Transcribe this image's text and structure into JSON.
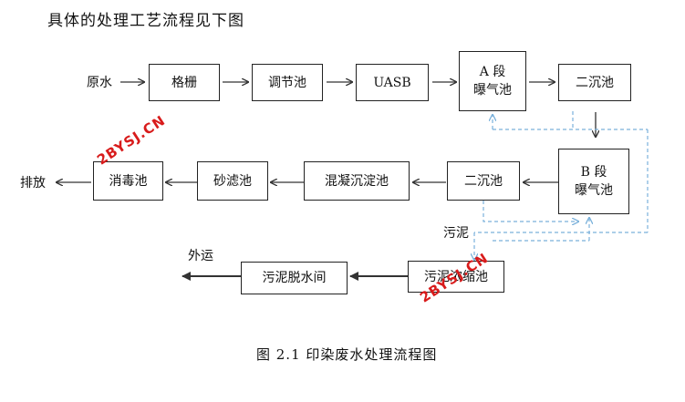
{
  "heading": "具体的处理工艺流程见下图",
  "caption": "图 2.1  印染废水处理流程图",
  "labels": {
    "raw_water": "原水",
    "discharge": "排放",
    "sludge": "污泥",
    "transport": "外运"
  },
  "nodes": {
    "screen": "格栅",
    "regulating_tank": "调节池",
    "uasb": "UASB",
    "a_stage_aeration": "A 段\n曝气池",
    "secondary_clarifier_1": "二沉池",
    "b_stage_aeration": "B 段\n曝气池",
    "secondary_clarifier_2": "二沉池",
    "coag_sedimentation": "混凝沉淀池",
    "sand_filter": "砂滤池",
    "disinfection_tank": "消毒池",
    "sludge_thickener": "污泥浓缩池",
    "sludge_dewatering_room": "污泥脱水间"
  },
  "watermarks": [
    "2BYSJ.CN",
    "2BYSJ.CN"
  ],
  "colors": {
    "line": "#333333",
    "dashed": "#7ab1db",
    "watermark": "#d81b1b"
  }
}
